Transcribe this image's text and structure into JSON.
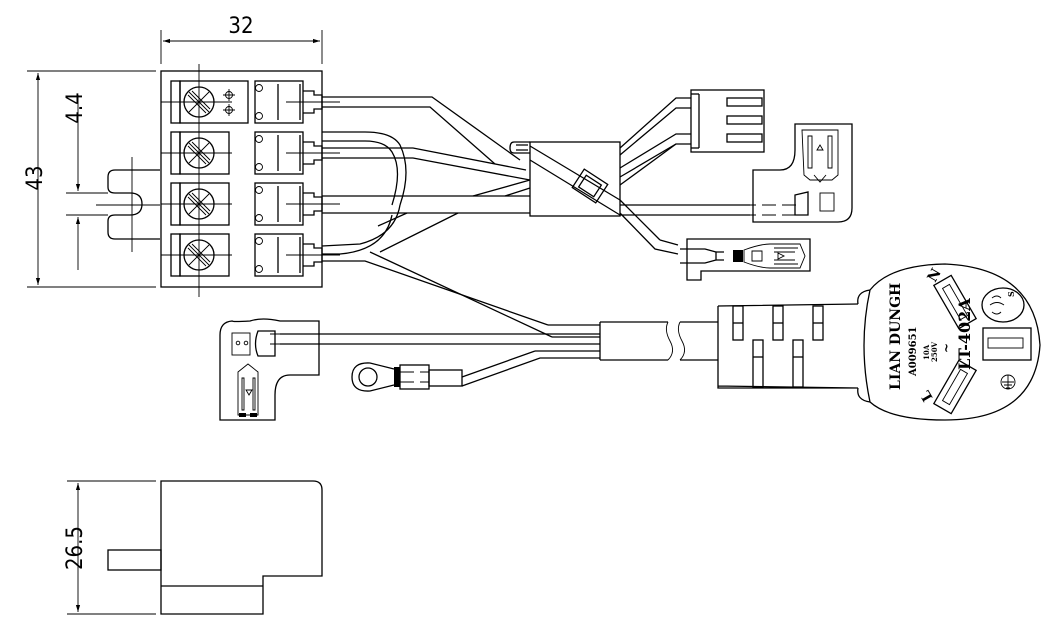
{
  "drawing": {
    "title": "Wire harness assembly with terminal block and power plug",
    "units": "mm"
  },
  "dimensions": {
    "terminal_block_width": "32",
    "terminal_block_height": "43",
    "terminal_pitch_gap": "4.4",
    "side_view_height": "26.5"
  },
  "plug": {
    "brand": "LIAN DUNGH",
    "certificate": "A009651",
    "model": "LT-402A",
    "current_rating": "10A",
    "voltage_rating": "250V",
    "ac_symbol": "~",
    "pin_neutral": "N",
    "pin_line": "L",
    "cert_mark": "S",
    "earth_symbol": "earth-ground"
  },
  "components": [
    {
      "name": "terminal-block",
      "positions": 4
    },
    {
      "name": "3-pin-housing-connector"
    },
    {
      "name": "cable-tie-bundle"
    },
    {
      "name": "right-angle-flag-terminal-top"
    },
    {
      "name": "flat-quick-disconnect-terminal"
    },
    {
      "name": "right-angle-flag-terminal-bottom"
    },
    {
      "name": "ring-terminal"
    },
    {
      "name": "power-cord-with-plug"
    }
  ]
}
